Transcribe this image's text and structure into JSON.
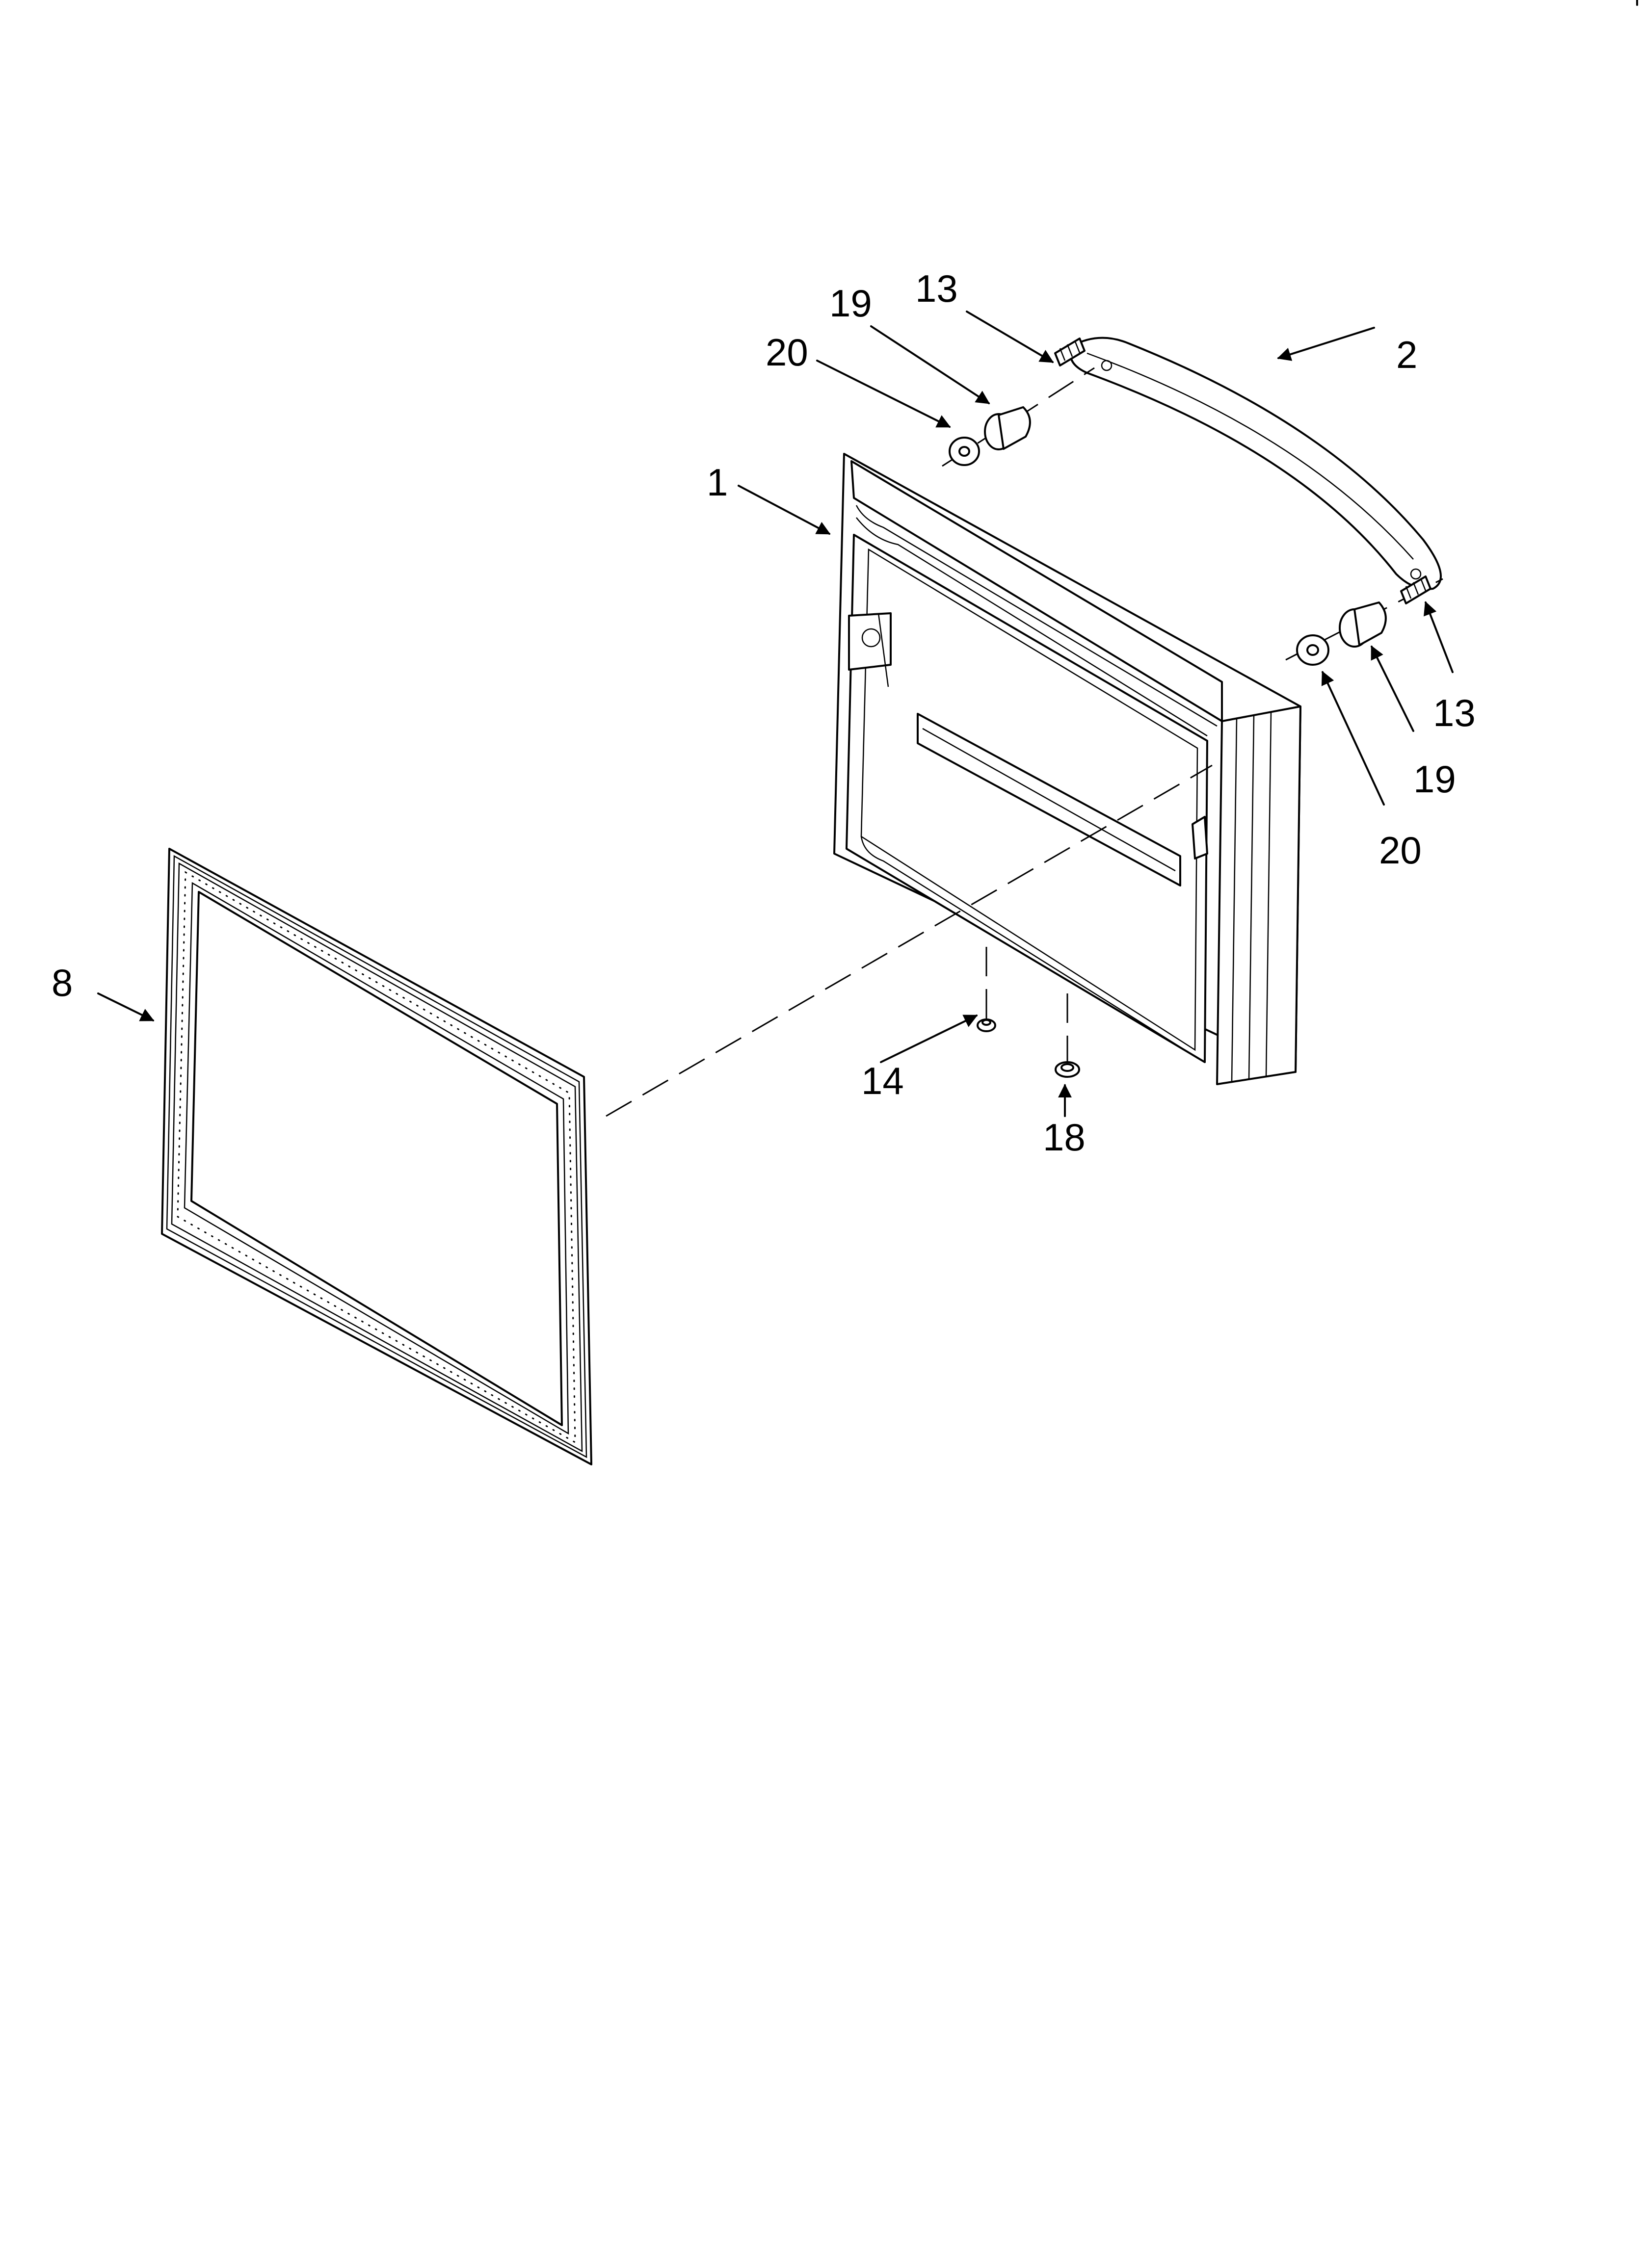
{
  "callouts": {
    "c1": "1",
    "c2": "2",
    "c8": "8",
    "c13a": "13",
    "c13b": "13",
    "c14": "14",
    "c18": "18",
    "c19a": "19",
    "c19b": "19",
    "c20a": "20",
    "c20b": "20"
  }
}
